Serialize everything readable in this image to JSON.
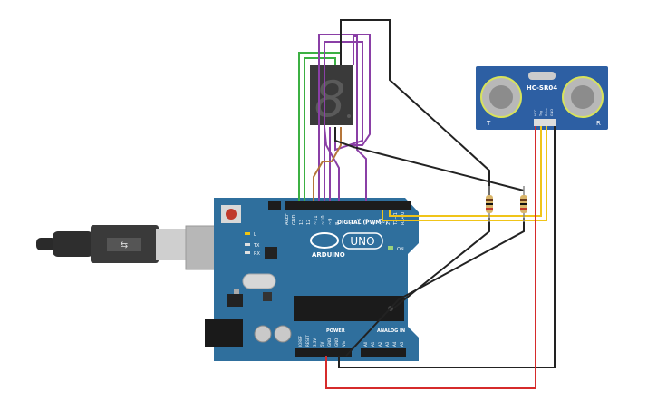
{
  "board": {
    "brand": "ARDUINO",
    "model": "UNO",
    "digital_label": "DIGITAL (PWM~)",
    "analog_label": "ANALOG IN",
    "power_label": "POWER",
    "on_label": "ON",
    "led_labels": [
      "L",
      "TX",
      "RX"
    ],
    "digital_pins": [
      "AREF",
      "GND",
      "13",
      "12",
      "~11",
      "~10",
      "~9",
      "8",
      "7",
      "~6",
      "~5",
      "4",
      "~3",
      "2",
      "TX→1",
      "RX←0"
    ],
    "power_pins": [
      "IOREF",
      "RESET",
      "3.3V",
      "5V",
      "GND",
      "GND",
      "Vin"
    ],
    "analog_pins": [
      "A0",
      "A1",
      "A2",
      "A3",
      "A4",
      "A5"
    ]
  },
  "sensor": {
    "name": "HC-SR04",
    "left_mark": "T",
    "right_mark": "R",
    "pins": [
      "VCC",
      "Trig",
      "Echo",
      "GND"
    ]
  },
  "display": {
    "digit": "8"
  },
  "colors": {
    "board": "#2f6f9d",
    "sensor": "#2d5fa3",
    "wire_green": "#3cb043",
    "wire_purple": "#8a3fa6",
    "wire_brown": "#b5763a",
    "wire_black": "#222222",
    "wire_yellow": "#f0c419",
    "wire_red": "#d62b2b"
  }
}
